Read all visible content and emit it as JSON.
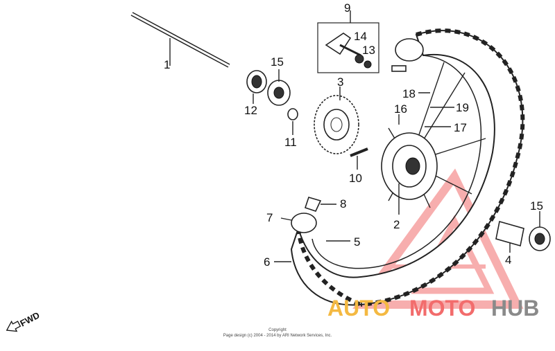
{
  "callouts": [
    "1",
    "2",
    "3",
    "4",
    "5",
    "6",
    "7",
    "8",
    "9",
    "10",
    "11",
    "12",
    "13",
    "14",
    "15",
    "15",
    "16",
    "17",
    "18",
    "19"
  ],
  "fwd_label": "FWD",
  "copyright": {
    "line1": "Copyright",
    "line2": "Page design (c) 2004 - 2014 by ARI Network Services, Inc."
  },
  "watermark": {
    "part1": "AUTO",
    "part2": "MOTO",
    "part3": "HUB",
    "colors": {
      "auto": "#f4b942",
      "moto": "#f26c6c",
      "hub": "#8a8a8a",
      "triangle": "#f26c6c"
    }
  }
}
